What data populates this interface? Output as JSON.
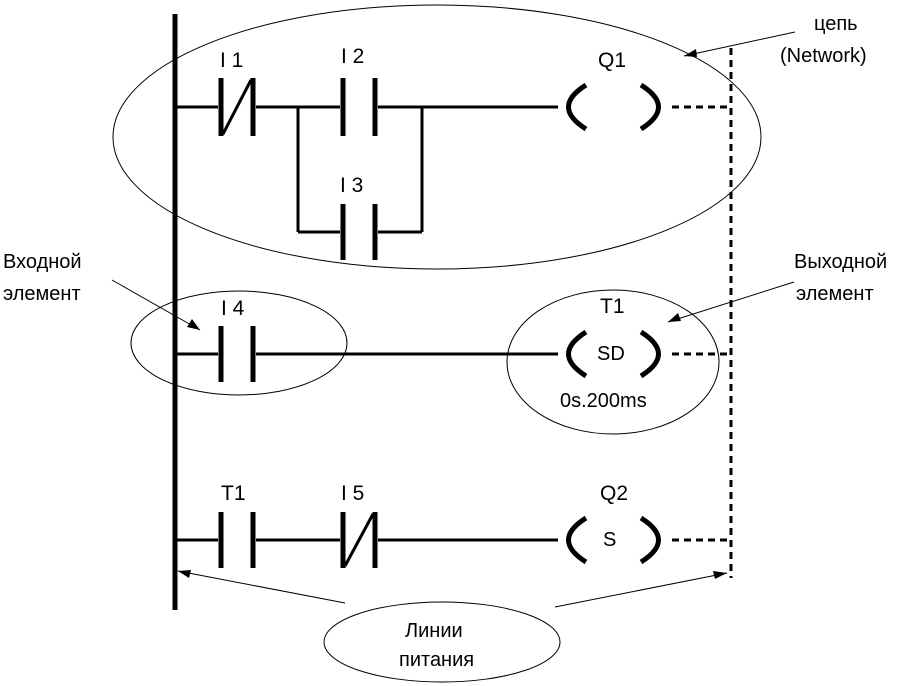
{
  "networks": [
    {
      "contacts": [
        {
          "label": "I 1",
          "type": "normally-closed"
        },
        {
          "label": "I 2",
          "type": "normally-open"
        },
        {
          "label": "I 3",
          "type": "normally-open"
        }
      ],
      "coil": {
        "label": "Q1",
        "inner": ""
      }
    },
    {
      "contacts": [
        {
          "label": "I 4",
          "type": "normally-open"
        }
      ],
      "coil": {
        "label": "T1",
        "inner": "SD",
        "param": "0s.200ms"
      }
    },
    {
      "contacts": [
        {
          "label": "T1",
          "type": "normally-open"
        },
        {
          "label": "I 5",
          "type": "normally-closed"
        }
      ],
      "coil": {
        "label": "Q2",
        "inner": "S"
      }
    }
  ],
  "callouts": {
    "network_line1": "цепь",
    "network_line2": "(Network)",
    "input_line1": "Входной",
    "input_line2": "элемент",
    "output_line1": "Выходной",
    "output_line2": "элемент",
    "power_line1": "Линии",
    "power_line2": "питания"
  }
}
